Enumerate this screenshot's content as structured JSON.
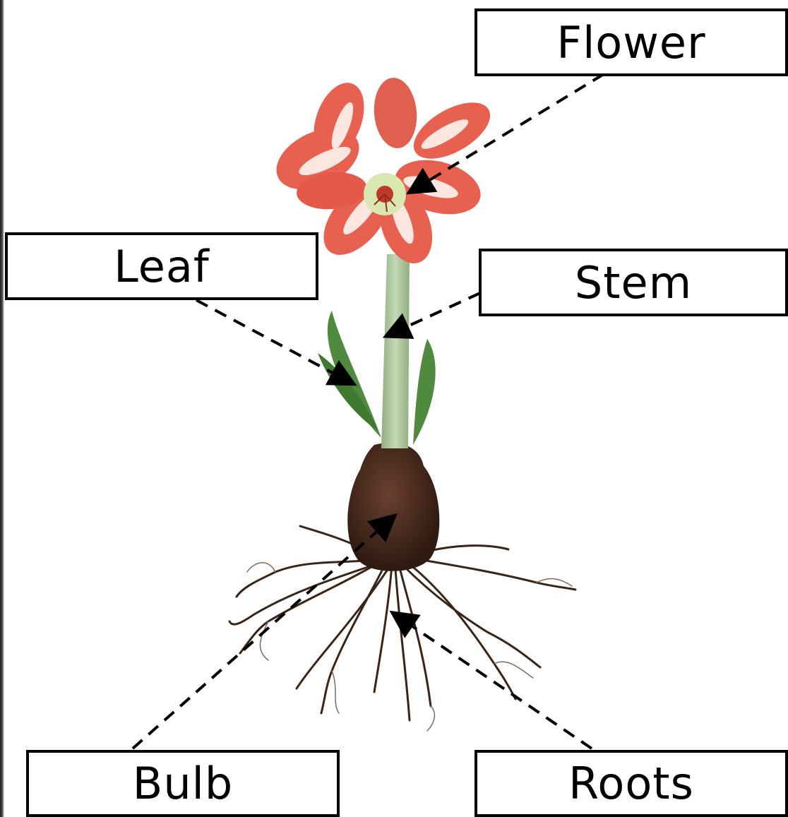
{
  "labels": {
    "flower": "Flower",
    "leaf": "Leaf",
    "stem": "Stem",
    "bulb": "Bulb",
    "roots": "Roots"
  },
  "colors": {
    "petal": "#e8604f",
    "petal_light": "#fbe6e0",
    "flower_center": "#d9e8b0",
    "stem": "#a9c29a",
    "leaf": "#4f8a3e",
    "bulb": "#4a2b1d",
    "roots": "#3a2418",
    "leader": "#000000"
  }
}
